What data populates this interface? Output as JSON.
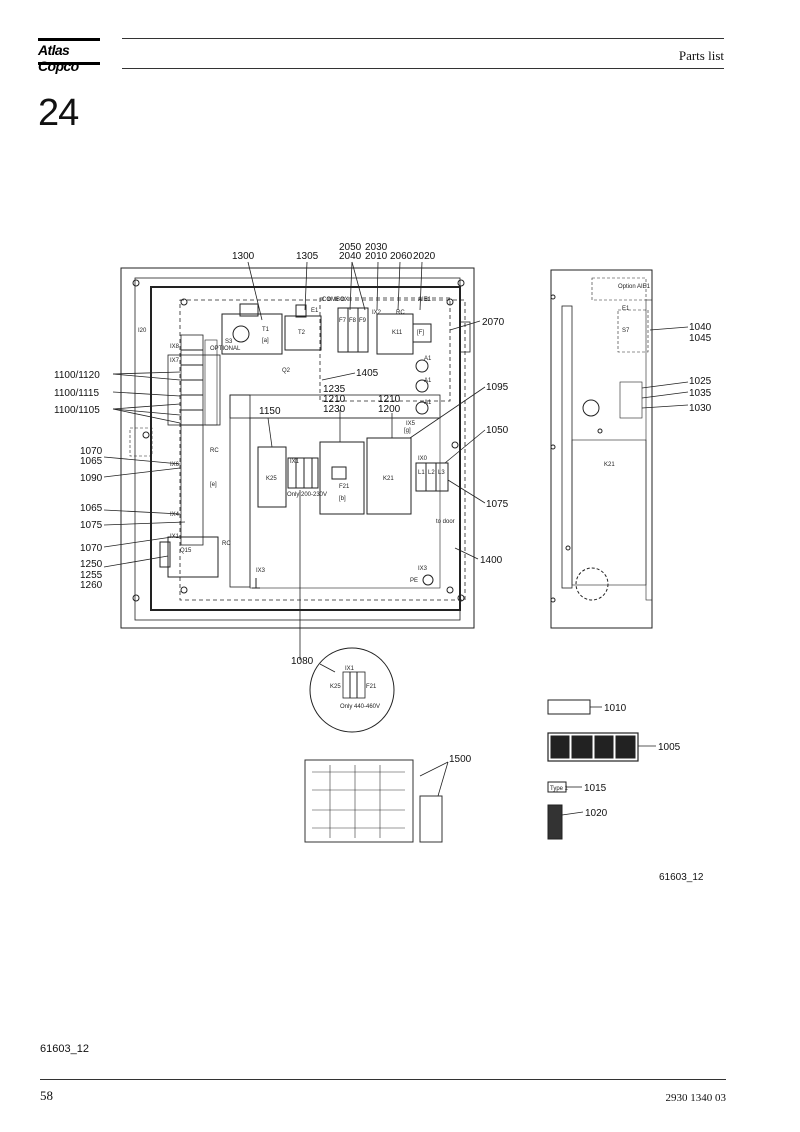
{
  "header": {
    "logo": "Atlas Copco",
    "title": "Parts list",
    "chapter": "24"
  },
  "figure": {
    "image_ref": "61603_12",
    "footer_ref": "61603_12",
    "callouts": {
      "c1300": "1300",
      "c1305": "1305",
      "c2050": "2050",
      "c2040": "2040",
      "c2030": "2030",
      "c2010": "2010",
      "c2060": "2060",
      "c2020": "2020",
      "c2070": "2070",
      "c1405": "1405",
      "c1235": "1235",
      "c1210a": "1210",
      "c1230": "1230",
      "c1210b": "1210",
      "c1200": "1200",
      "c1150": "1150",
      "c1095": "1095",
      "c1050": "1050",
      "c1075a": "1075",
      "c1400": "1400",
      "c1100_1120": "1100/1120",
      "c1100_1115": "1100/1115",
      "c1100_1105": "1100/1105",
      "c1070a": "1070",
      "c1065a": "1065",
      "c1090": "1090",
      "c1065b": "1065",
      "c1075b": "1075",
      "c1070b": "1070",
      "c1250": "1250",
      "c1255": "1255",
      "c1260": "1260",
      "c1080": "1080",
      "c1040": "1040",
      "c1045": "1045",
      "c1025": "1025",
      "c1035": "1035",
      "c1030": "1030",
      "c1010": "1010",
      "c1005": "1005",
      "c1015": "1015",
      "c1020": "1020",
      "c1500": "1500"
    },
    "panel_labels": {
      "combox": "COMBOX",
      "aie1": "AIE1",
      "t1": "T1",
      "a": "[a]",
      "s3": "S3",
      "t2": "T2",
      "e1": "E1",
      "f7": "F7",
      "f8": "F8",
      "f9": "F9",
      "ix2": "IX2",
      "k11": "K11",
      "rc": "RC",
      "f": "[F]",
      "q2": "Q2",
      "a1a": "A1",
      "a1b": "A1",
      "a1c": "A1",
      "i20": "I20",
      "ix8": "IX8",
      "ix7": "IX7",
      "optional": "OPTIONAL",
      "ix6": "IX6",
      "rc2": "RC",
      "e": "[e]",
      "ix4": "IX4",
      "ix1": "IX1",
      "q15": "Q15",
      "rc3": "RC",
      "ix3a": "IX3",
      "ix3b": "IX3",
      "pe": "PE",
      "k25": "K25",
      "ix1b": "IX1",
      "only230": "Only 200-230V",
      "f21": "F21",
      "b": "[b]",
      "k21": "K21",
      "ix5": "IX5",
      "g": "[g]",
      "ix0": "IX0",
      "l1": "L1",
      "l2": "L2",
      "l3": "L3",
      "todoor": "to door",
      "k21side": "K21",
      "option_aie1": "Option AIE1",
      "e1side": "E1",
      "s7": "S7",
      "k25det": "K25",
      "ix1det": "IX1",
      "f21det": "F21",
      "only440": "Only 440-460V",
      "type1": "Type 1"
    }
  },
  "footer": {
    "page_number": "58",
    "document_number": "2930 1340 03"
  }
}
